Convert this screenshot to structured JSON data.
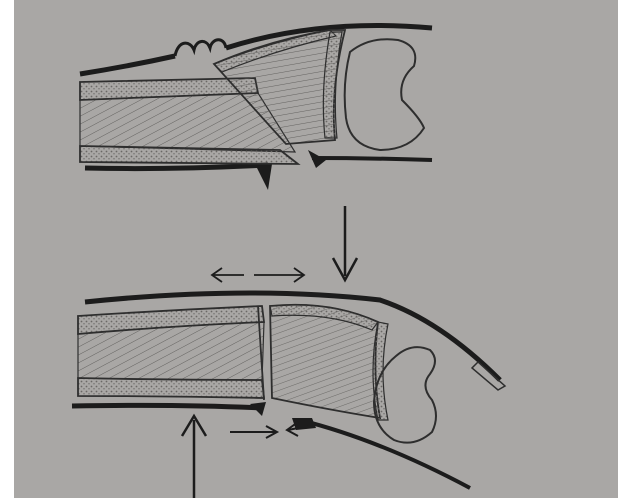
{
  "figure": {
    "paper_color": "#a9a7a5",
    "ink_color": "#1c1c1c",
    "line_color": "#2e2e2e",
    "hatch_color": "#5a5a5a",
    "panels": [
      "before-reduction",
      "after-reduction"
    ],
    "arrows": [
      "reduction-down-arrow",
      "traction-double-arrow",
      "push-up-arrow",
      "compression-arrow-left",
      "compression-arrow-right"
    ]
  }
}
